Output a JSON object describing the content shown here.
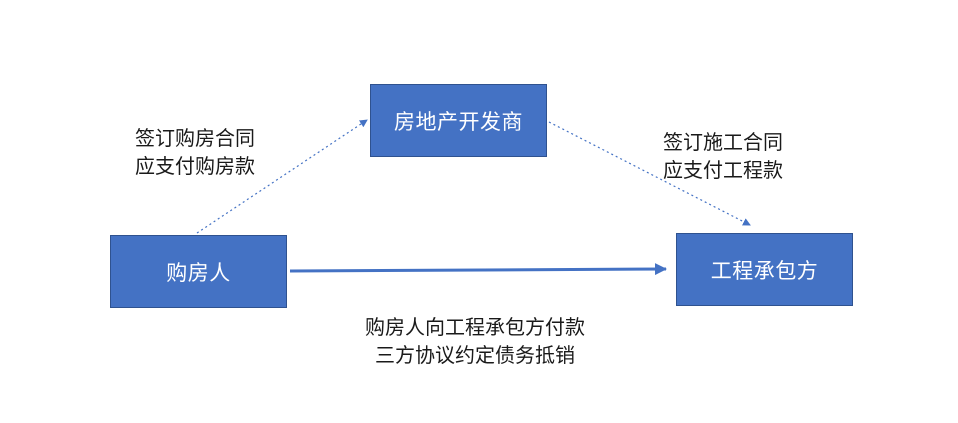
{
  "nodes": {
    "developer": "房地产开发商",
    "buyer": "购房人",
    "contractor": "工程承包方"
  },
  "edge_labels": {
    "buyer_to_developer": [
      "签订购房合同",
      "应支付购房款"
    ],
    "developer_to_contractor": [
      "签订施工合同",
      "应支付工程款"
    ],
    "buyer_to_contractor": [
      "购房人向工程承包方付款",
      "三方协议约定债务抵销"
    ]
  },
  "colors": {
    "node_fill": "#4472c4",
    "node_border": "#2f528f",
    "arrow": "#4472c4",
    "text": "#1a1a1a"
  }
}
